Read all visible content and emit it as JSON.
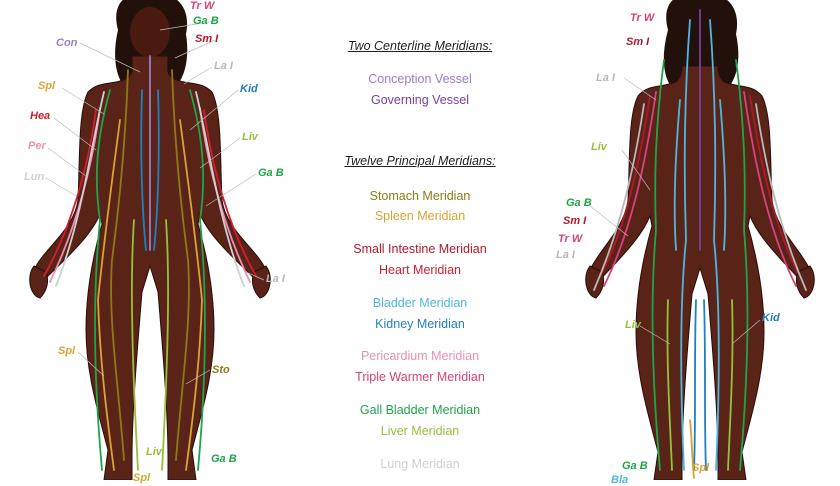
{
  "headings": {
    "centerline": "Two Centerline Meridians:",
    "principal": "Twelve Principal Meridians:"
  },
  "meridians": {
    "conception": "Conception Vessel",
    "governing": "Governing Vessel",
    "stomach": "Stomach Meridian",
    "spleen": "Spleen Meridian",
    "small_intestine": "Small Intestine Meridian",
    "heart": "Heart Meridian",
    "bladder": "Bladder Meridian",
    "kidney": "Kidney Meridian",
    "pericardium": "Pericardium Meridian",
    "triple_warmer": "Triple Warmer Meridian",
    "gall_bladder": "Gall Bladder Meridian",
    "liver": "Liver Meridian",
    "lung": "Lung Meridian"
  },
  "front_labels": {
    "tr_w": "Tr W",
    "ga_b_top": "Ga B",
    "sm_i": "Sm I",
    "con": "Con",
    "la_i_shoulder": "La I",
    "spl_arm": "Spl",
    "kid": "Kid",
    "hea": "Hea",
    "liv_chest": "Liv",
    "per": "Per",
    "ga_b_side": "Ga B",
    "lun": "Lun",
    "la_i_hand": "La I",
    "spl_leg": "Spl",
    "sto": "Sto",
    "liv_leg": "Liv",
    "ga_b_leg": "Ga B",
    "spl_foot": "Spl"
  },
  "back_labels": {
    "tr_w": "Tr W",
    "sm_i": "Sm I",
    "la_i": "La I",
    "liv": "Liv",
    "ga_b": "Ga B",
    "sm_i_arm": "Sm I",
    "tr_w_arm": "Tr W",
    "la_i_arm": "La I",
    "liv_leg": "Liv",
    "kid": "Kid",
    "ga_b_foot": "Ga B",
    "spl_foot": "Spl",
    "bla": "Bla"
  },
  "colors": {
    "skin": "#5a2318",
    "skin_outline": "#2b0d08",
    "hair": "#22110b",
    "stomach": "#8c7a16",
    "spleen": "#d7a531",
    "small_intestine": "#b2182b",
    "heart": "#d01e2e",
    "bladder": "#4fb6de",
    "kidney": "#1f7fc0",
    "pericardium": "#ea8fb3",
    "triple_warmer": "#d8407e",
    "gall_bladder": "#1ea44a",
    "liver": "#95c23a",
    "lung": "#d0d0d0",
    "large_intestine": "#b8b8b8",
    "conception": "#9b7fc2",
    "governing": "#7a3f9c"
  }
}
